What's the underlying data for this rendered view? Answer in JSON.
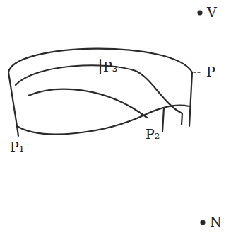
{
  "diagram": {
    "labels": [
      "V",
      "P₃",
      "P",
      "P₁",
      "P₂",
      "N"
    ]
  }
}
